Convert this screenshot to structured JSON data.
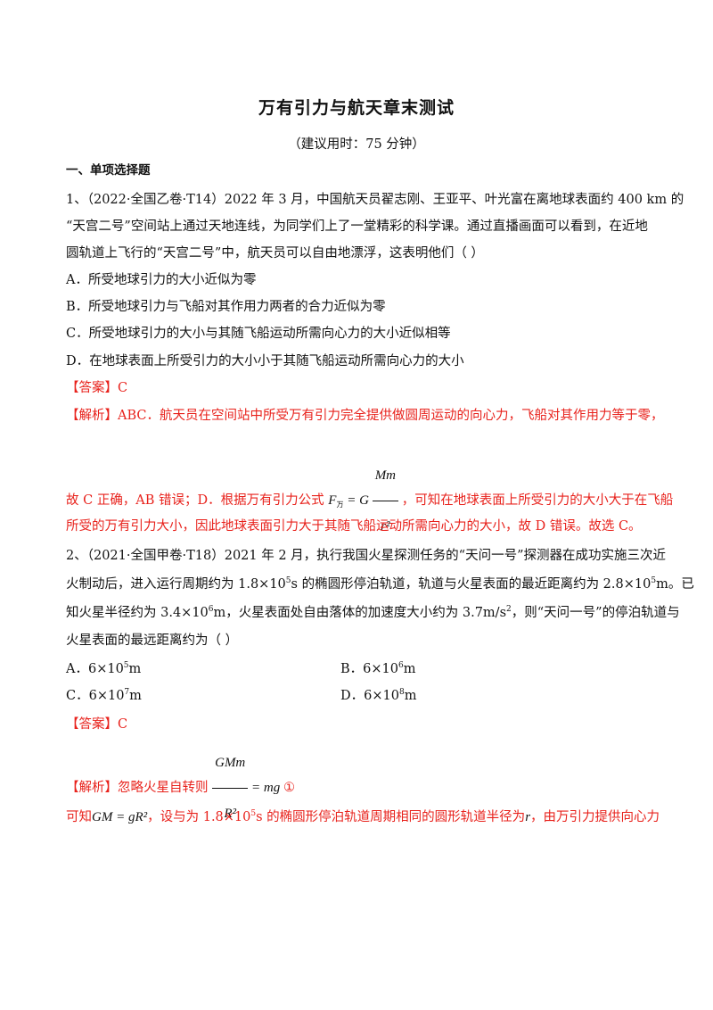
{
  "doc": {
    "title": "万有引力与航天章末测试",
    "subtitle": "（建议用时：75 分钟）",
    "section": "一、单项选择题"
  },
  "q1": {
    "line1": "1、（2022·全国乙卷·T14）2022 年 3 月，中国航天员翟志刚、王亚平、叶光富在离地球表面约 400  km 的",
    "line2": "“天宫二号”空间站上通过天地连线，为同学们上了一堂精彩的科学课。通过直播画面可以看到，在近地",
    "line3": "圆轨道上飞行的“天宫二号”中，航天员可以自由地漂浮，这表明他们（        ）",
    "optA": "A．所受地球引力的大小近似为零",
    "optB": "B．所受地球引力与飞船对其作用力两者的合力近似为零",
    "optC": "C．所受地球引力的大小与其随飞船运动所需向心力的大小近似相等",
    "optD": "D．在地球表面上所受引力的大小小于其随飞船运动所需向心力的大小",
    "answer": "【答案】C",
    "analysis1": "【解析】ABC．航天员在空间站中所受万有引力完全提供做圆周运动的向心力，飞船对其作用力等于零，",
    "analysis2a": "故 C 正确，AB 错误；D．根据万有引力公式",
    "analysis2b": "，可知在地球表面上所受引力的大小大于在飞船",
    "analysis3": "所受的万有引力大小，因此地球表面引力大于其随飞船运动所需向心力的大小，故 D 错误。故选 C。",
    "formula": {
      "lhs": "F",
      "lhs_sub": "万",
      "eq": " = G",
      "num": "Mm",
      "den": "r²"
    }
  },
  "q2": {
    "line1": "2、（2021·全国甲卷·T18）2021 年 2 月，执行我国火星探测任务的“天问一号”探测器在成功实施三次近",
    "line2a": "火制动后，进入运行周期约为 1.8×10",
    "line2b": "5",
    "line2c": "s 的椭圆形停泊轨道，轨道与火星表面的最近距离约为 2.8×10",
    "line2d": "5",
    "line2e": "m。已",
    "line3a": "知火星半径约为 3.4×10",
    "line3b": "6",
    "line3c": "m，火星表面处自由落体的加速度大小约为 3.7m/s",
    "line3d": "2",
    "line3e": "，则“天问一号”的停泊轨道与",
    "line4": "火星表面的最远距离约为（        ）",
    "optA": "A．6×10",
    "optA_exp": "5",
    "optA_unit": "m",
    "optB": "B．6×10",
    "optB_exp": "6",
    "optB_unit": "m",
    "optC": "C．6×10",
    "optC_exp": "7",
    "optC_unit": "m",
    "optD": "D．6×10",
    "optD_exp": "8",
    "optD_unit": "m",
    "answer": "【答案】C",
    "analysis1": "【解析】忽略火星自转则",
    "formula1": {
      "num": "GMm",
      "den": "R²",
      "rhs": " = mg"
    },
    "circle": "①",
    "analysis2a": "可知",
    "formula2": "GM = gR²",
    "analysis2b": "，设与为 1.8×10",
    "analysis2c": "5",
    "analysis2d": "s 的椭圆形停泊轨道周期相同的圆形轨道半径为",
    "var_r": "r",
    "analysis2e": "，由万引力提供向心力"
  }
}
